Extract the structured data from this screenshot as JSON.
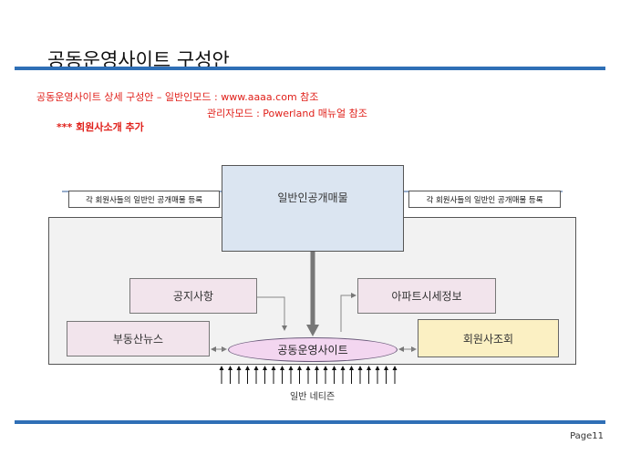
{
  "title": "공동운영사이트 구성안",
  "notes": {
    "line1": "공동운영사이트 상세 구성안  – 일반인모드 : www.aaaa.com 참조",
    "line2": "관리자모드 : Powerland 매뉴얼 참조",
    "line3": "*** 회원사소개 추가"
  },
  "diagram": {
    "center_box": "일반인공개매물",
    "left_tag": "각 회원사들의 일반인 공개매물 등록",
    "right_tag": "각 회원사들의 일반인 공개매물 등록",
    "notice": "공지사항",
    "apt_price": "아파트시세정보",
    "news": "부동산뉴스",
    "member_lookup": "회원사조회",
    "site": "공동운영사이트",
    "citizen": "일반 네티즌"
  },
  "colors": {
    "rule": "#2f6fb6",
    "note_text": "#e0201a",
    "center_fill": "#dbe5f1",
    "pink_fill": "#f2e4ec",
    "yellow_fill": "#fbf0c3",
    "ellipse_fill": "#f3d6f0"
  },
  "footer": {
    "page": "Page11"
  }
}
